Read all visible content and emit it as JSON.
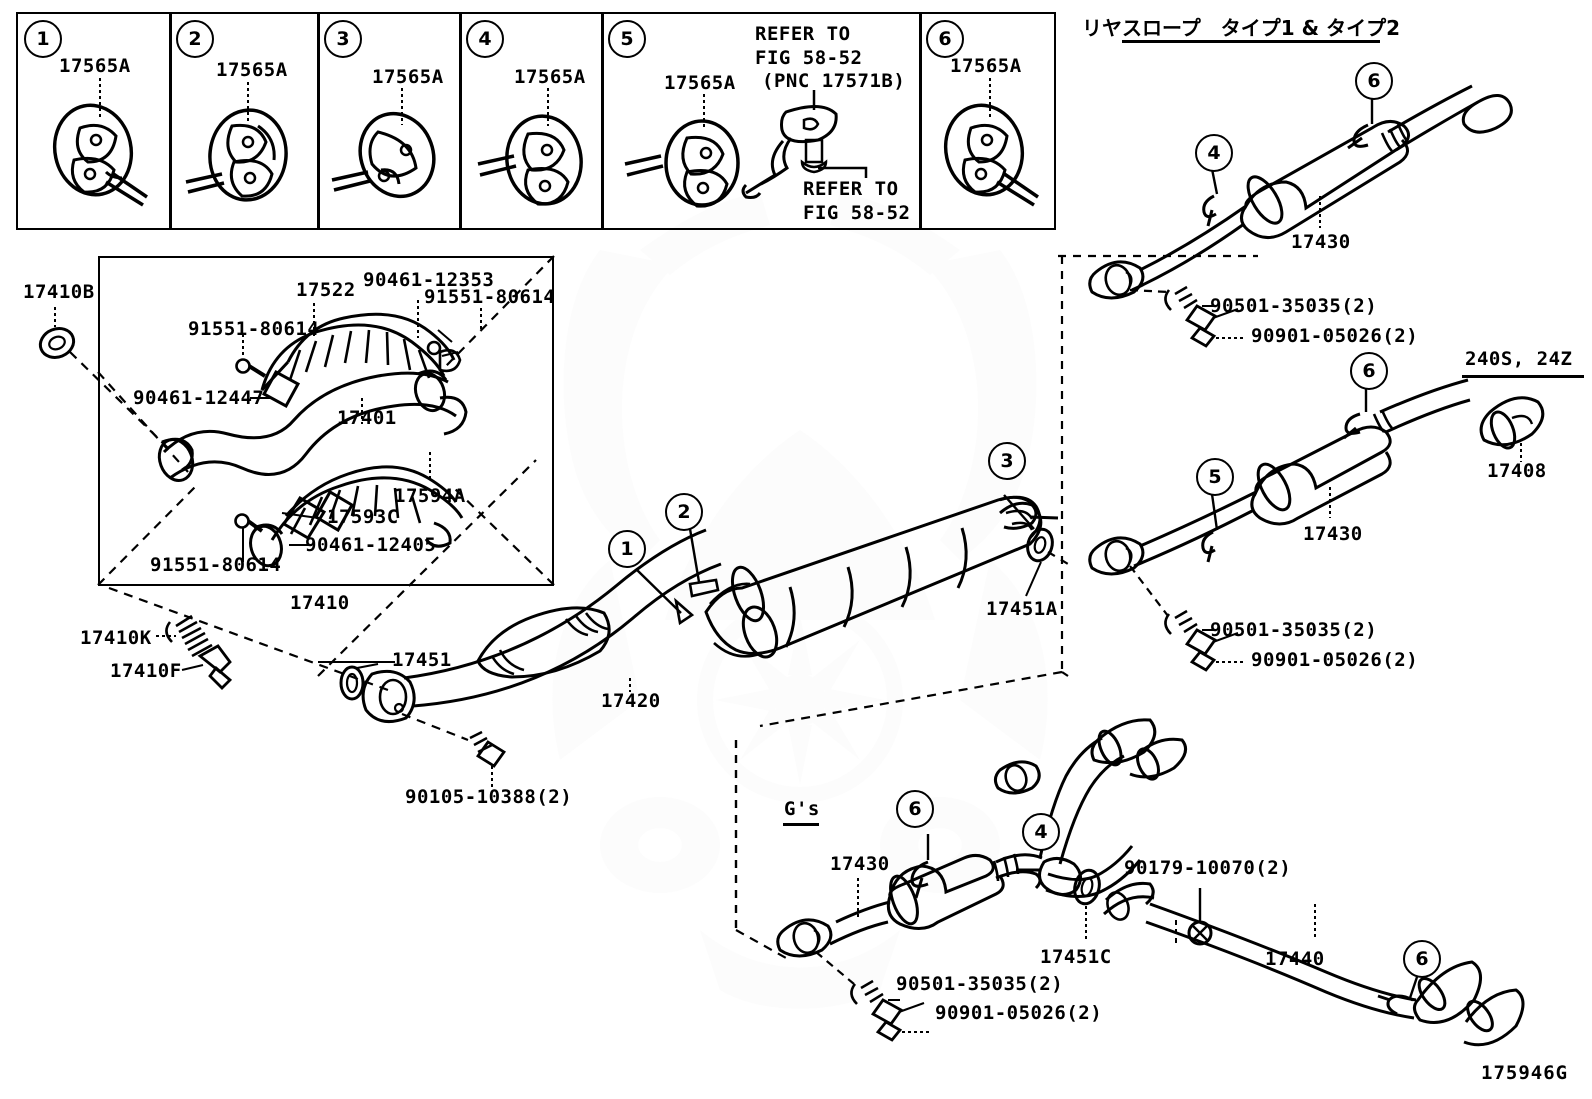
{
  "diagram": {
    "code": "175946G",
    "title_jp": "リヤスロープ　タイプ1 & タイプ2",
    "section_240s": "240S, 24Z",
    "section_gs": "G's"
  },
  "panels": [
    {
      "num": "1",
      "part": "17565A"
    },
    {
      "num": "2",
      "part": "17565A"
    },
    {
      "num": "3",
      "part": "17565A"
    },
    {
      "num": "4",
      "part": "17565A"
    },
    {
      "num": "5",
      "part": "17565A",
      "refer_top_l1": "REFER TO",
      "refer_top_l2": "FIG 58-52",
      "refer_top_l3": "(PNC 17571B)",
      "refer_bot_l1": "REFER TO",
      "refer_bot_l2": "FIG 58-52"
    },
    {
      "num": "6",
      "part": "17565A"
    }
  ],
  "detail_box": {
    "title": "17410",
    "parts": {
      "p17522": "17522",
      "p90461_12353": "90461-12353",
      "p91551_80614_a": "91551-80614",
      "p91551_80614_b": "91551-80614",
      "p91551_80614_c": "91551-80614",
      "p90461_12447": "90461-12447",
      "p17401": "17401",
      "p17594a": "17594A",
      "p17593c": "17593C",
      "p90461_12405": "90461-12405"
    }
  },
  "left_parts": {
    "p17410b": "17410B",
    "p17410k": "17410K",
    "p17410f": "17410F"
  },
  "center": {
    "p17451": "17451",
    "p90105_10388": "90105-10388(2)",
    "p17420": "17420",
    "p17451a": "17451A",
    "callout_1": "1",
    "callout_2": "2",
    "callout_3": "3"
  },
  "rear_type12": {
    "p17430": "17430",
    "p90501_35035": "90501-35035(2)",
    "p90901_05026": "90901-05026(2)",
    "callout_4": "4",
    "callout_6": "6"
  },
  "rear_240s": {
    "p17430": "17430",
    "p17408": "17408",
    "p90501_35035": "90501-35035(2)",
    "p90901_05026": "90901-05026(2)",
    "callout_5": "5",
    "callout_6": "6"
  },
  "gs_section": {
    "p17430": "17430",
    "p17451c": "17451C",
    "p90501_35035": "90501-35035(2)",
    "p90901_05026": "90901-05026(2)",
    "p90179_10070": "90179-10070(2)",
    "p17440": "17440",
    "callout_4": "4",
    "callout_6a": "6",
    "callout_6b": "6"
  },
  "colors": {
    "ink": "#000000",
    "paper": "#ffffff",
    "watermark": "#e9e9e9"
  }
}
